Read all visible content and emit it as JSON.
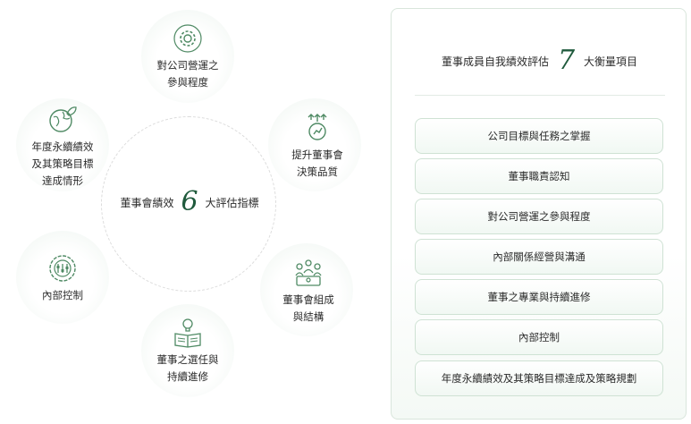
{
  "diagram": {
    "center": {
      "prefix": "董事會績效",
      "number": "6",
      "suffix": "大評估指標"
    },
    "nodes": [
      {
        "icon": "gear-icon",
        "lines": [
          "對公司營運之",
          "參與程度"
        ]
      },
      {
        "icon": "growth-chart-icon",
        "lines": [
          "提升董事會",
          "決策品質"
        ]
      },
      {
        "icon": "team-meeting-icon",
        "lines": [
          "董事會組成",
          "與結構"
        ]
      },
      {
        "icon": "book-lightbulb-icon",
        "lines": [
          "董事之選任與",
          "持續進修"
        ]
      },
      {
        "icon": "control-sliders-icon",
        "lines": [
          "內部控制"
        ]
      },
      {
        "icon": "earth-leaf-icon",
        "lines": [
          "年度永續績效",
          "及其策略目標",
          "達成情形"
        ]
      }
    ]
  },
  "panel": {
    "title_prefix": "董事成員自我績效評估",
    "title_number": "7",
    "title_suffix": "大衡量項目",
    "items": [
      "公司目標與任務之掌握",
      "董事職責認知",
      "對公司營運之參與程度",
      "內部關係經營與溝通",
      "董事之專業與持續進修",
      "內部控制",
      "年度永續績效及其策略目標達成及策略規劃"
    ]
  },
  "colors": {
    "accent": "#1f5a3c",
    "icon": "#4f8a64",
    "node_bg": "#eef5f0",
    "border": "#cfe2d4"
  }
}
